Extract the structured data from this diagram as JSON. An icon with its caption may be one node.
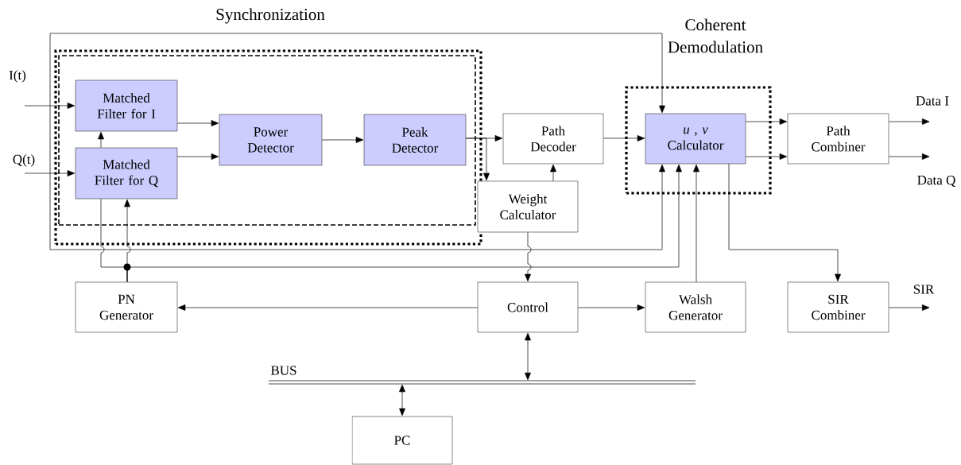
{
  "diagram": {
    "nodes": [
      {
        "text": [
          "Synchronization"
        ]
      },
      {
        "text": [],
        "shape": "box",
        "in": 0
      },
      {
        "text": [
          "Matched Filter for I"
        ],
        "in": 1
      },
      {
        "text": [
          "Matched Filter for Q"
        ],
        "in": 1
      },
      {
        "text": [
          "Power Detector"
        ],
        "in": 1
      },
      {
        "text": [
          "Peak Detector"
        ],
        "in": 1
      },
      {
        "text": [
          "Path Decoder"
        ]
      },
      {
        "text": [
          "Weight Calculator"
        ]
      },
      {
        "text": [
          "Coherent Demodulation"
        ]
      },
      {
        "text": [
          "*u* , *v* Calculator"
        ],
        "in": 8
      },
      {
        "text": [
          "Path Combiner"
        ]
      },
      {
        "text": [
          "PN Generator"
        ]
      },
      {
        "text": [
          "Control"
        ]
      },
      {
        "text": [
          "Walsh Generator"
        ]
      },
      {
        "text": [
          "SIR Combiner"
        ]
      },
      {
        "text": [
          "BUS"
        ]
      },
      {
        "text": [
          "PC"
        ]
      }
    ],
    "edges": [
      {
        "from": null,
        "to": 2,
        "arrow": "to",
        "label": "I(t)"
      },
      {
        "from": null,
        "to": 3,
        "arrow": "to",
        "label": "Q(t)"
      },
      {
        "from": 2,
        "to": 4,
        "arrow": "to"
      },
      {
        "from": 3,
        "to": 4,
        "arrow": "to"
      },
      {
        "from": 3,
        "to": 2,
        "arrow": "to"
      },
      {
        "from": 4,
        "to": 5,
        "arrow": "to"
      },
      {
        "from": 5,
        "to": 6,
        "arrow": "to"
      },
      {
        "from": 5,
        "to": 7,
        "arrow": "to"
      },
      {
        "from": 7,
        "to": 6,
        "arrow": "to"
      },
      {
        "from": 6,
        "to": 9,
        "arrow": "to"
      },
      {
        "from": 9,
        "to": 9,
        "arrow": "both"
      },
      {
        "from": 3,
        "to": 11,
        "arrow": "none"
      },
      {
        "from": 11,
        "to": 3,
        "arrow": "to"
      },
      {
        "from": 11,
        "to": 9,
        "arrow": "to"
      },
      {
        "from": 7,
        "to": 12,
        "arrow": "to"
      },
      {
        "from": 12,
        "to": 11,
        "arrow": "to"
      },
      {
        "from": 12,
        "to": 13,
        "arrow": "to"
      },
      {
        "from": 13,
        "to": 9,
        "arrow": "to"
      },
      {
        "from": 9,
        "to": 10,
        "arrow": "to"
      },
      {
        "from": 9,
        "to": 10,
        "arrow": "to"
      },
      {
        "from": 10,
        "to": null,
        "arrow": "to",
        "label": "Data I"
      },
      {
        "from": 10,
        "to": null,
        "arrow": "to",
        "label": "Data Q"
      },
      {
        "from": 9,
        "to": 14,
        "arrow": "to"
      },
      {
        "from": 14,
        "to": null,
        "arrow": "to",
        "label": "SIR"
      },
      {
        "from": 12,
        "to": 15,
        "arrow": "both"
      },
      {
        "from": 15,
        "to": 16,
        "arrow": "both"
      }
    ]
  }
}
